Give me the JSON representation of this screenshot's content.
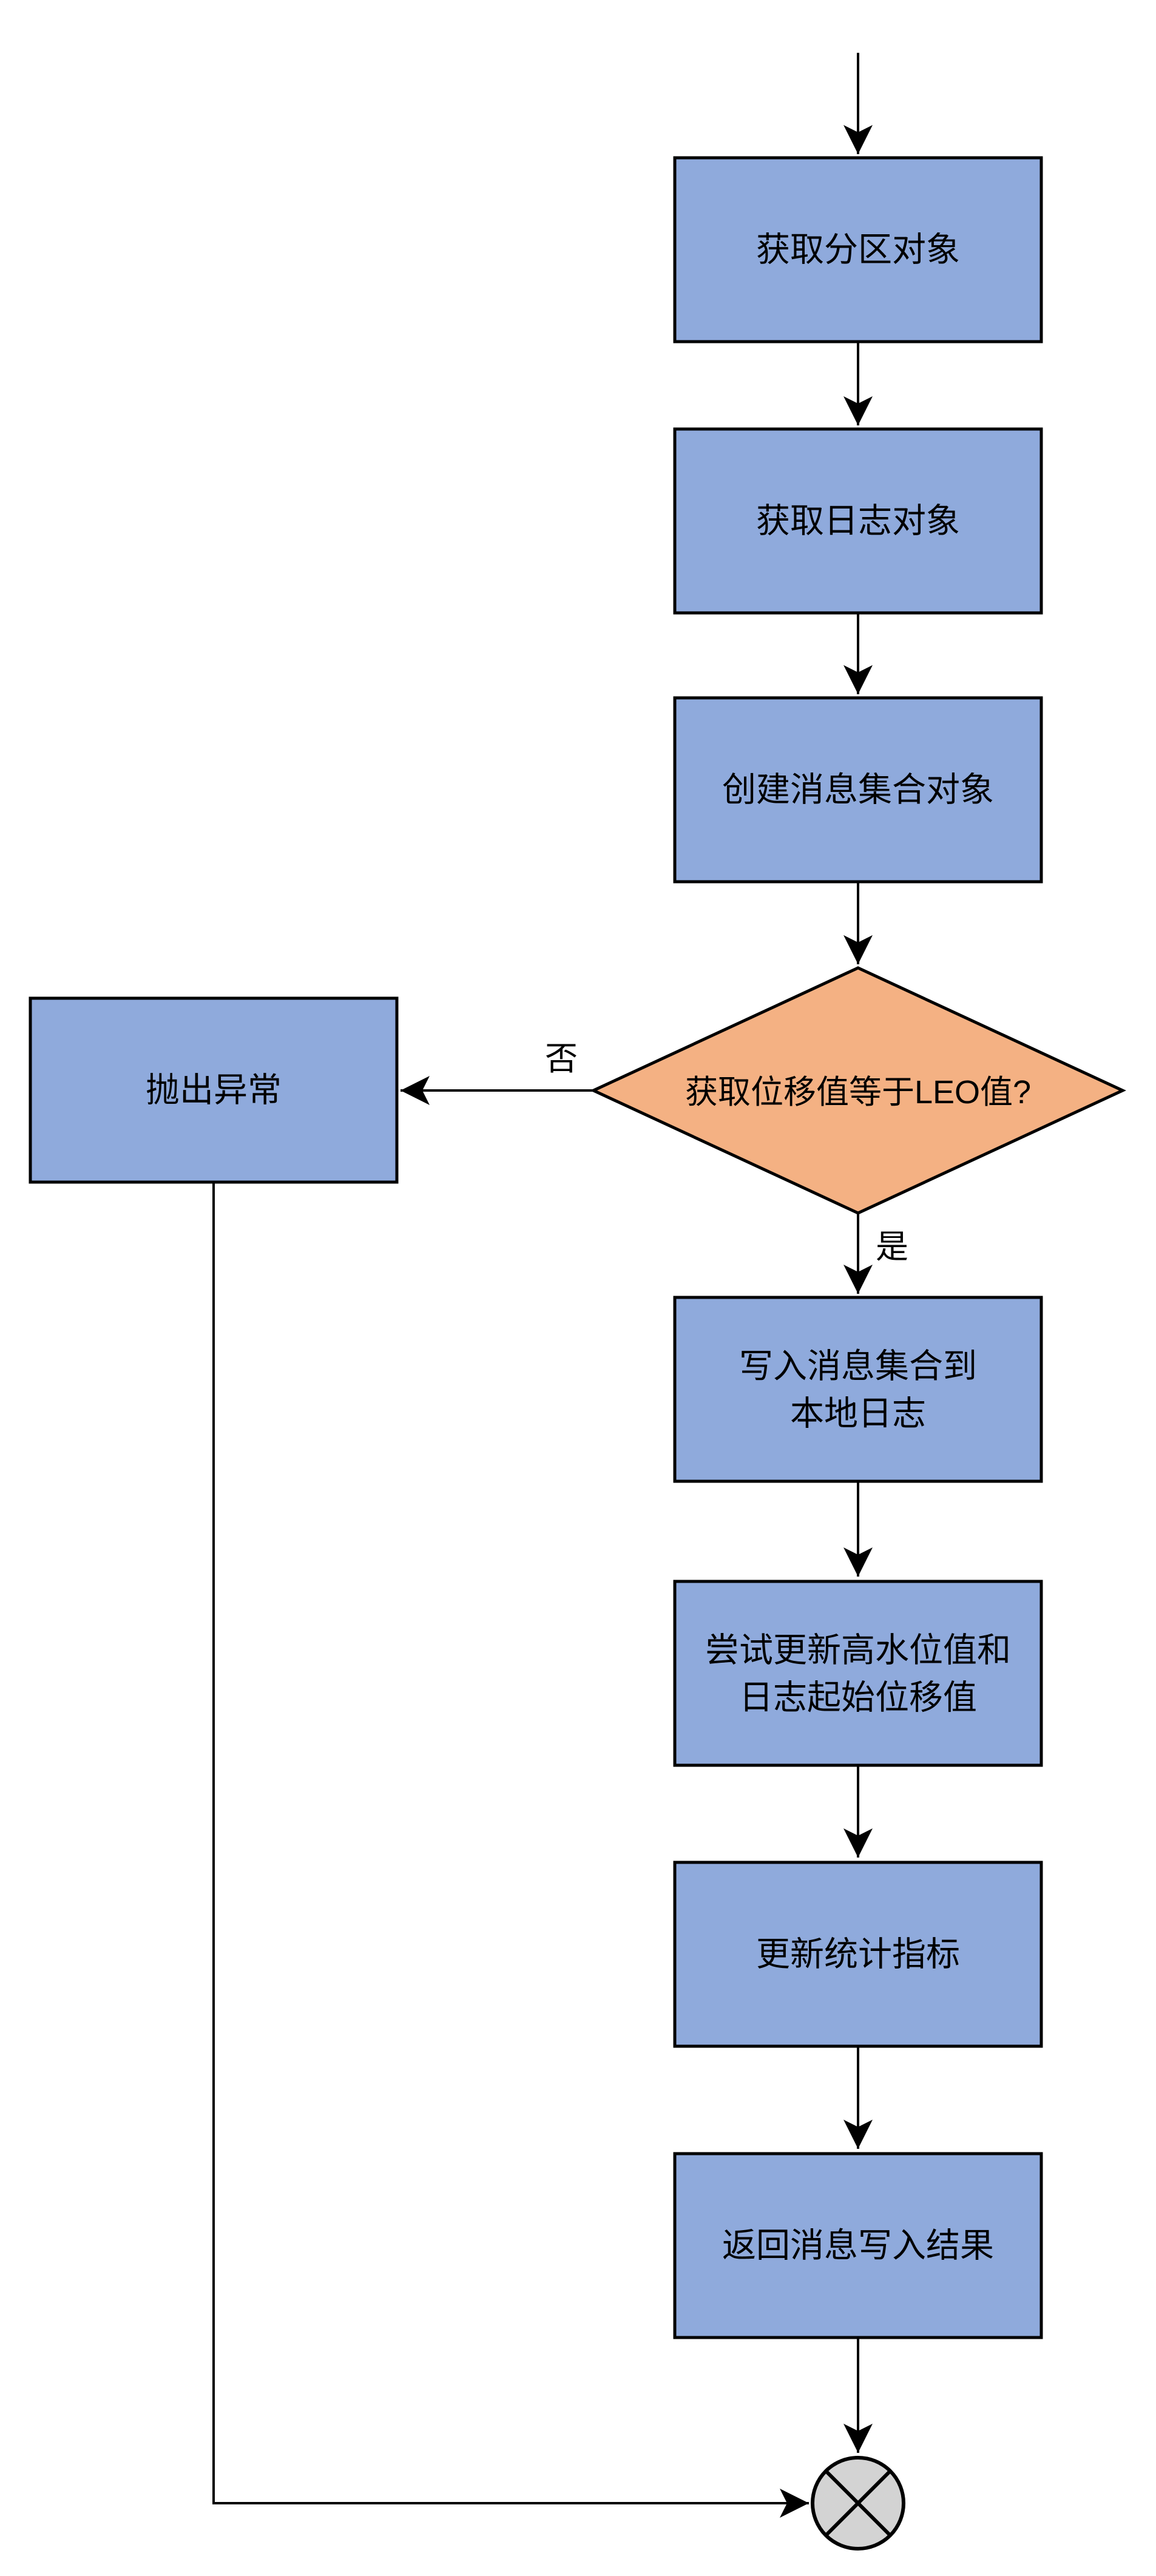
{
  "flowchart": {
    "nodes": {
      "get_partition": {
        "label": "获取分区对象"
      },
      "get_log": {
        "label": "获取日志对象"
      },
      "create_message_set": {
        "label": "创建消息集合对象"
      },
      "decision_offset_leo": {
        "label": "获取位移值等于LEO值?"
      },
      "throw_exception": {
        "label": "抛出异常"
      },
      "write_message_set": {
        "line1": "写入消息集合到",
        "line2": "本地日志"
      },
      "try_update_offsets": {
        "line1": "尝试更新高水位值和",
        "line2": "日志起始位移值"
      },
      "update_metrics": {
        "label": "更新统计指标"
      },
      "return_result": {
        "label": "返回消息写入结果"
      }
    },
    "edge_labels": {
      "no": "否",
      "yes": "是"
    },
    "colors": {
      "process_fill": "#8FAADC",
      "decision_fill": "#F4B183",
      "terminal_fill": "#D3D3D3",
      "stroke": "#000000"
    }
  }
}
